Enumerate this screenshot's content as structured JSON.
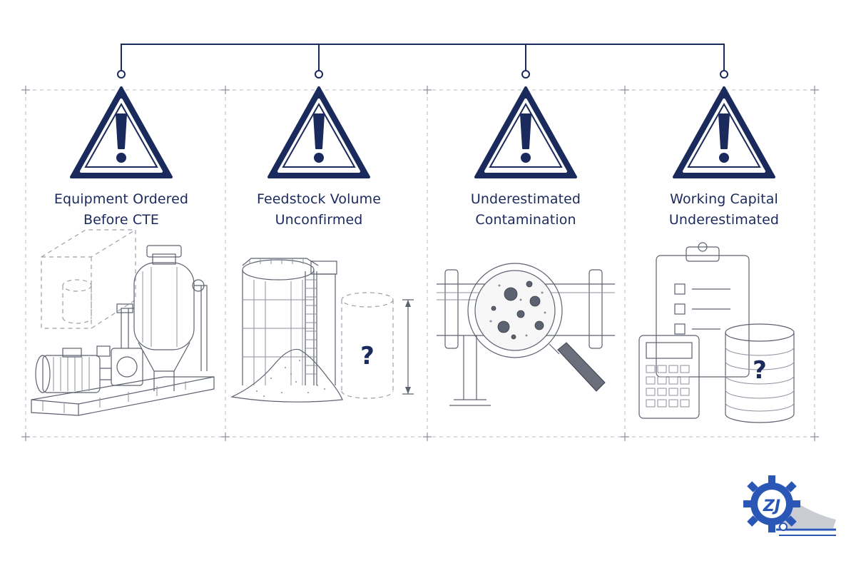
{
  "colors": {
    "navy": "#1b2a5c",
    "sketch": "#5d6270",
    "guide": "#b5b9c1",
    "logo_blue": "#2a56b5"
  },
  "risks": [
    {
      "title_line1": "Equipment Ordered",
      "title_line2": "Before CTE",
      "icon": "pump-skid-icon"
    },
    {
      "title_line1": "Feedstock Volume",
      "title_line2": "Unconfirmed",
      "icon": "storage-silo-icon"
    },
    {
      "title_line1": "Underestimated",
      "title_line2": "Contamination",
      "icon": "pipe-magnifier-icon"
    },
    {
      "title_line1": "Working Capital",
      "title_line2": "Underestimated",
      "icon": "clipboard-calculator-icon"
    }
  ],
  "question_mark": "?",
  "warning_icon": "warning-triangle-icon",
  "logo": {
    "icon": "gear-logo-icon",
    "text": "ZJ"
  }
}
